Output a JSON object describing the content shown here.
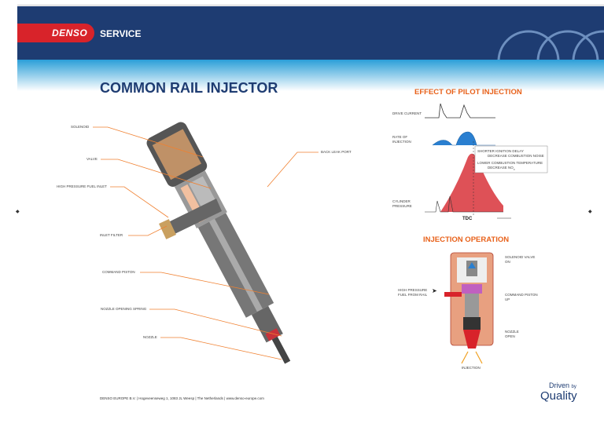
{
  "header": {
    "logo": "DENSO",
    "section": "SERVICE"
  },
  "page_title": "COMMON RAIL INJECTOR",
  "injector_labels": {
    "solenoid": "SOLENOID",
    "valve": "VALVE",
    "high_pressure_inlet": "HIGH PRESSURE FUEL INLET",
    "inlet_filter": "INLET FILTER",
    "command_piston": "COMMAND PISTON",
    "nozzle_spring": "NOZZLE OPENING SPRING",
    "nozzle": "NOZZLE",
    "back_leak_port": "BACK LEAK PORT"
  },
  "pilot": {
    "title": "EFFECT OF PILOT INJECTION",
    "drive_current": "DRIVE CURRENT",
    "rate_of_injection_1": "RATE OF",
    "rate_of_injection_2": "INJECTION",
    "cylinder_pressure_1": "CYLINDER",
    "cylinder_pressure_2": "PRESSURE",
    "tdc": "TDC",
    "note1": "SHORTER IGNITION DELAY",
    "note1b": "DECREASE COMBUSTION NOISE",
    "note2": "LOWER COMBUSTION TEMPERATURE",
    "note2b": "DECREASE NO"
  },
  "operation": {
    "title": "INJECTION OPERATION",
    "solenoid_1": "SOLENOID VALVE",
    "solenoid_2": "ON",
    "hp_1": "HIGH PRESSURE",
    "hp_2": "FUEL FROM RAIL",
    "piston_1": "COMMAND PISTON",
    "piston_2": "UP",
    "nozzle_1": "NOZZLE",
    "nozzle_2": "OPEN",
    "injection": "INJECTION"
  },
  "footer": "DENSO EUROPE B.V. | Hogeveenseweg 1, 1083 JL Weesp | The Netherlands | www.denso-europe.com",
  "tagline_1": "Driven",
  "tagline_by": "by",
  "tagline_2": "Quality",
  "colors": {
    "navy": "#1e3c72",
    "red": "#d8232a",
    "orange": "#e8611a"
  }
}
